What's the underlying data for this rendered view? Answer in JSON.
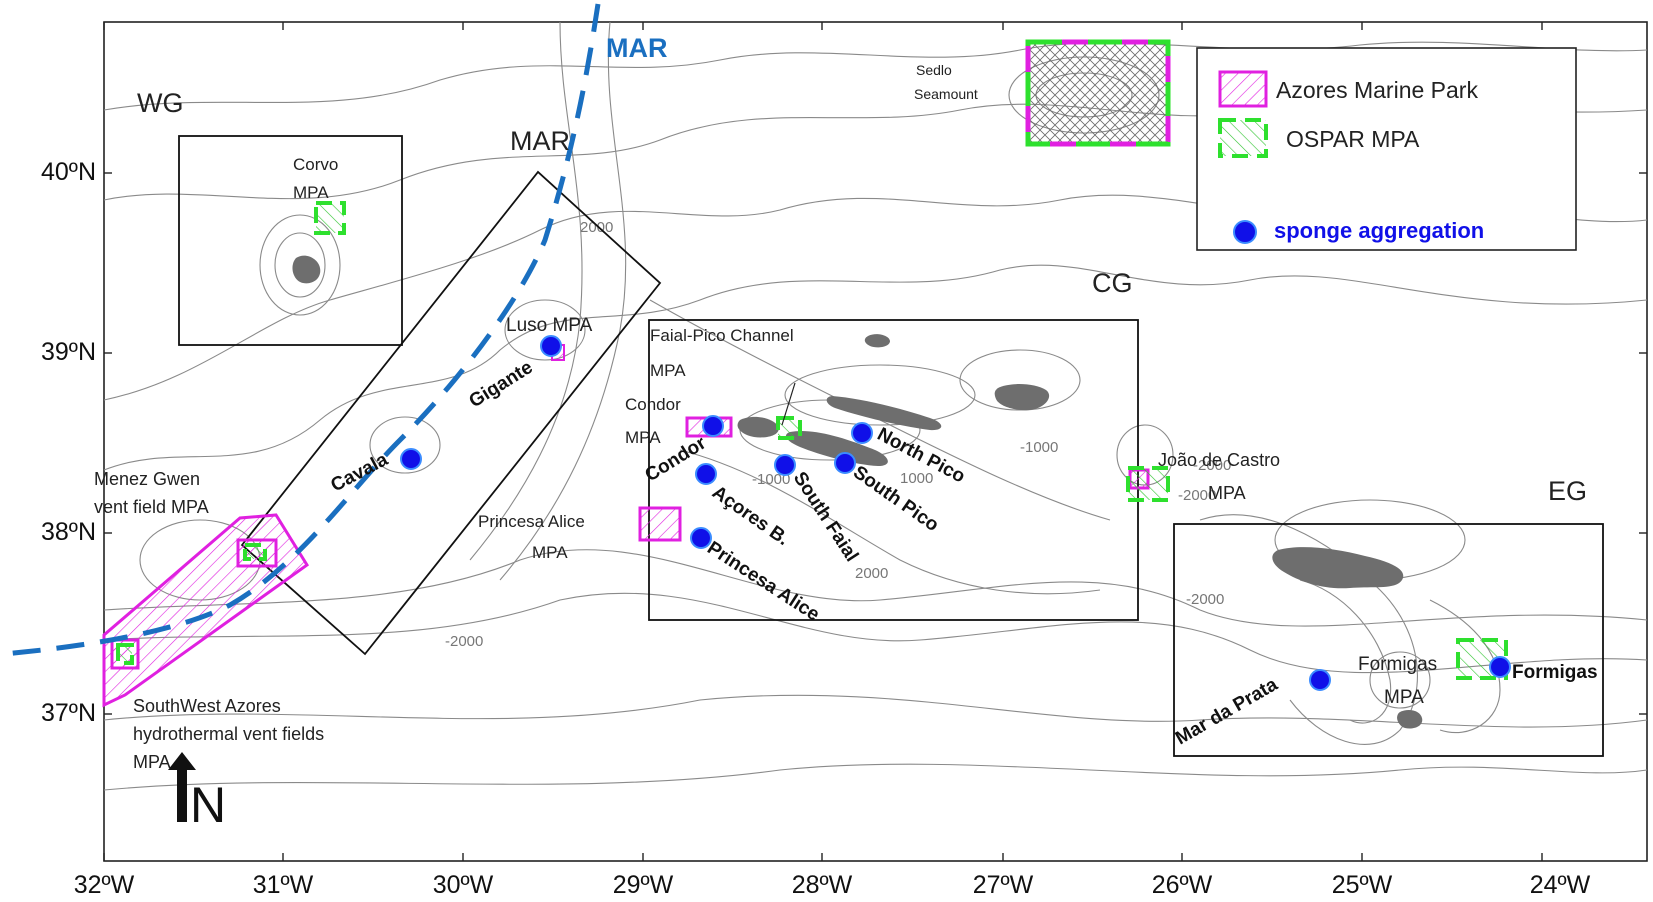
{
  "axes": {
    "x_ticks": [
      "32ºW",
      "31ºW",
      "30ºW",
      "29ºW",
      "28ºW",
      "27ºW",
      "26ºW",
      "25ºW",
      "24ºW"
    ],
    "y_ticks": [
      "40ºN",
      "39ºN",
      "38ºN",
      "37ºN"
    ]
  },
  "regions": {
    "wg": "WG",
    "mar": "MAR",
    "cg": "CG",
    "eg": "EG"
  },
  "ridge_label": "MAR",
  "north_arrow": "N",
  "legend": {
    "marine_park": "Azores Marine Park",
    "ospar": "OSPAR MPA",
    "sponge": "sponge aggregation"
  },
  "mpa_labels": {
    "sedlo_1": "Sedlo",
    "sedlo_2": "Seamount",
    "corvo_1": "Corvo",
    "corvo_2": "MPA",
    "luso": "Luso MPA",
    "faial_pico_1": "Faial-Pico Channel",
    "faial_pico_2": "MPA",
    "condor_1": "Condor",
    "condor_2": "MPA",
    "menez_1": "Menez Gwen",
    "menez_2": "vent field MPA",
    "princesa_1": "Princesa Alice",
    "princesa_2": "MPA",
    "joao_1": "João de Castro",
    "joao_2": "MPA",
    "formigas_1": "Formigas",
    "formigas_2": "MPA",
    "sw_1": "SouthWest Azores",
    "sw_2": "hydrothermal vent fields",
    "sw_3": "MPA"
  },
  "sites": {
    "cavala": "Cavala",
    "gigante": "Gigante",
    "condor": "Condor",
    "acores_b": "Açores B.",
    "south_faial": "South Faial",
    "south_pico": "South Pico",
    "north_pico": "North Pico",
    "princesa_alice": "Princesa Alice",
    "mar_da_prata": "Mar da Prata",
    "formigas": "Formigas"
  },
  "depth_labels": {
    "d1": "-2000",
    "d2": "-1000",
    "d3": "-1000",
    "d4": "-2000",
    "d5": "-2000",
    "d6": "2000",
    "d7": "1000",
    "d8": "-2000",
    "d9": "2000"
  },
  "colors": {
    "marine_park": "#e020e0",
    "ospar": "#2ee02e",
    "sponge": "#1010e8",
    "ridge": "#1a6fc0",
    "land": "#6e6e6e",
    "contour": "#8a8a8a"
  }
}
